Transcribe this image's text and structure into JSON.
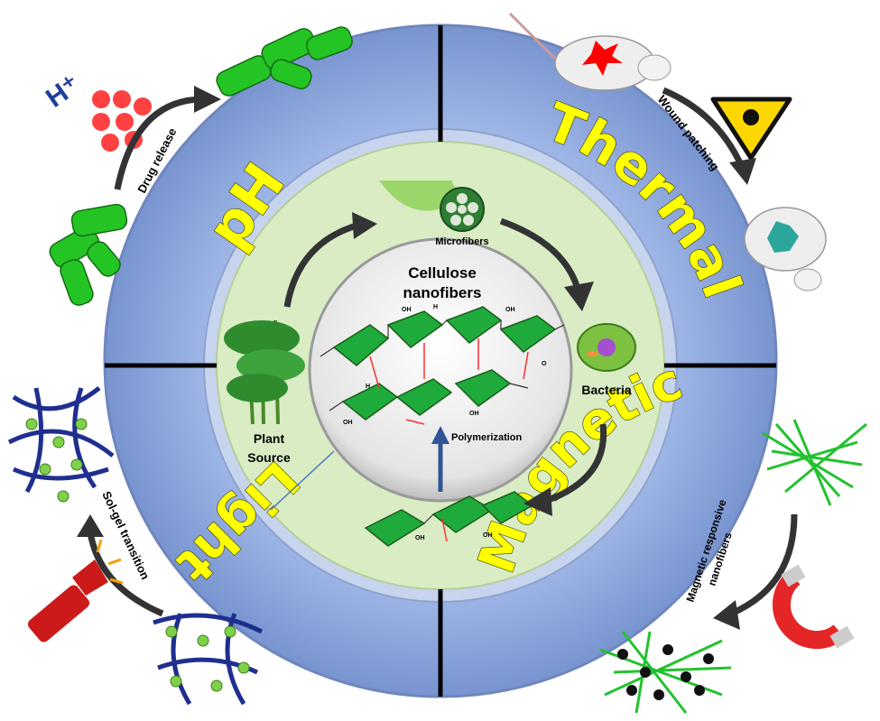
{
  "ring": {
    "ph": "pH",
    "thermal": "Thermal",
    "magnetic": "Magnetic",
    "light": "Light"
  },
  "inner": {
    "microfibers": "Microfibers",
    "cellulose_line1": "Cellulose",
    "cellulose_line2": "nanofibers",
    "bacteria": "Bacteria",
    "plant_line1": "Plant",
    "plant_line2": "Source",
    "polymerization": "Polymerization",
    "oh": "OH",
    "h": "H",
    "o": "O"
  },
  "outer": {
    "drug_release": "Drug release",
    "wound_patching": "Wound patching",
    "magnetic_line1": "Magnetic responsive",
    "magnetic_line2": "nanofibers",
    "sol_gel": "Sol-gel transition",
    "h_plus": "H⁺"
  },
  "colors": {
    "ring_blue": "#8fa8dc",
    "ring_yellow": "#ffff00",
    "inner_green": "#d9ecc4",
    "chain_green": "#1faa3c",
    "red_dots": "#ff2020"
  }
}
